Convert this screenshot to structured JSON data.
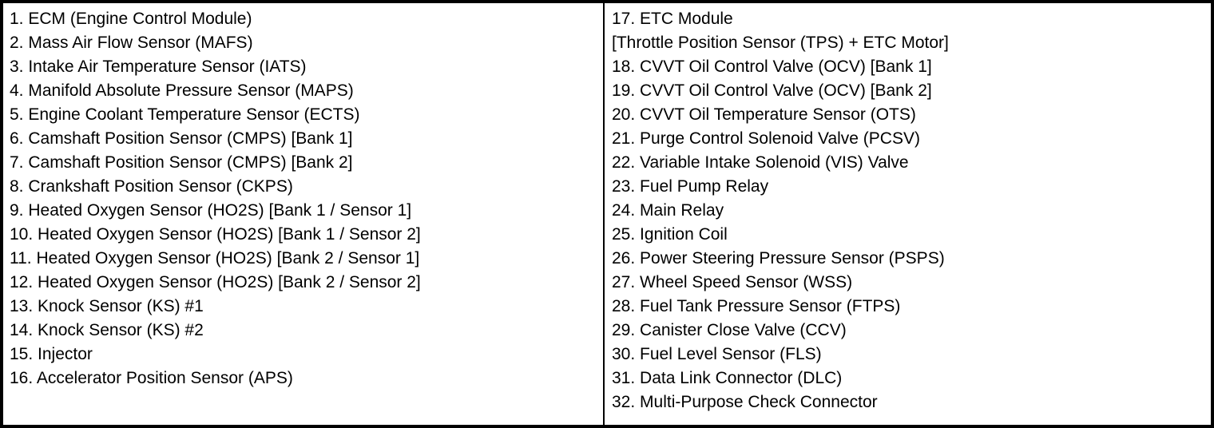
{
  "page": {
    "title": "Engine component legend table"
  },
  "colors": {
    "border": "#000000",
    "background": "#ffffff",
    "text": "#000000"
  },
  "table": {
    "left_column": [
      "1. ECM (Engine Control Module)",
      "2. Mass Air Flow Sensor (MAFS)",
      "3. Intake Air Temperature Sensor (IATS)",
      "4. Manifold Absolute Pressure Sensor (MAPS)",
      "5. Engine Coolant Temperature Sensor (ECTS)",
      "6. Camshaft Position Sensor (CMPS) [Bank 1]",
      "7. Camshaft Position Sensor (CMPS) [Bank 2]",
      "8. Crankshaft Position Sensor (CKPS)",
      "9. Heated Oxygen Sensor (HO2S) [Bank 1 / Sensor 1]",
      "10. Heated Oxygen Sensor (HO2S) [Bank 1 / Sensor 2]",
      "11. Heated Oxygen Sensor (HO2S) [Bank 2 / Sensor 1]",
      "12. Heated Oxygen Sensor (HO2S) [Bank 2 / Sensor 2]",
      "13. Knock Sensor (KS) #1",
      "14. Knock Sensor (KS) #2",
      "15. Injector",
      "16. Accelerator Position Sensor (APS)"
    ],
    "right_column": [
      "17. ETC Module",
      "[Throttle Position Sensor (TPS) + ETC Motor]",
      "18. CVVT Oil Control Valve (OCV) [Bank 1]",
      "19. CVVT Oil Control Valve (OCV) [Bank 2]",
      "20. CVVT Oil Temperature Sensor (OTS)",
      "21. Purge Control Solenoid Valve (PCSV)",
      "22. Variable Intake Solenoid (VIS) Valve",
      "23. Fuel Pump Relay",
      "24. Main Relay",
      "25. Ignition Coil",
      "26. Power Steering Pressure Sensor (PSPS)",
      "27. Wheel Speed Sensor (WSS)",
      "28. Fuel Tank Pressure Sensor (FTPS)",
      "29. Canister Close Valve (CCV)",
      "30. Fuel Level Sensor (FLS)",
      "31. Data Link Connector (DLC)",
      "32. Multi-Purpose Check Connector"
    ]
  }
}
